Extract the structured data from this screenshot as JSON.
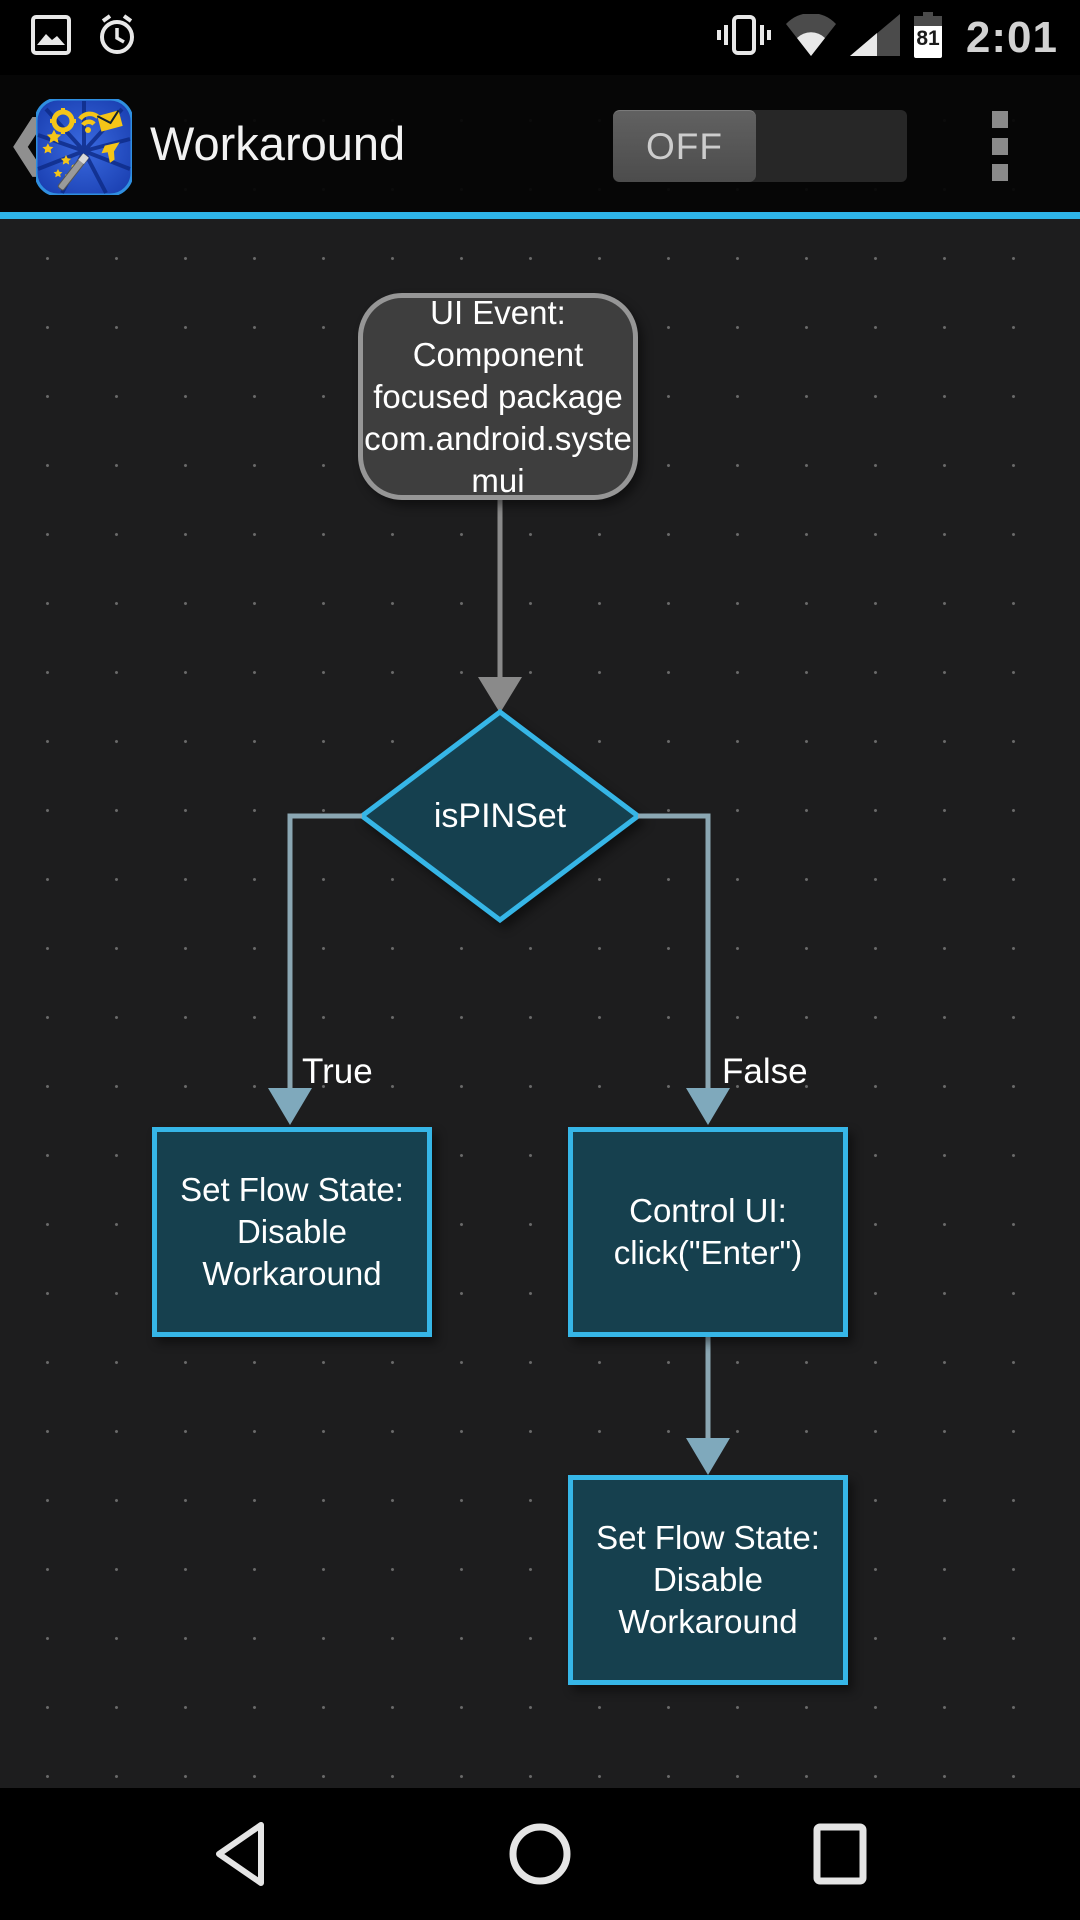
{
  "status_bar": {
    "time": "2:01",
    "battery_level": "81",
    "left_icons": [
      "gallery-icon",
      "alarm-icon"
    ],
    "right_icons": [
      "vibrate-icon",
      "wifi-icon",
      "signal-icon",
      "battery-icon"
    ]
  },
  "app_bar": {
    "title": "Workaround",
    "toggle_label": "OFF",
    "has_back_chevron": true,
    "overflow_menu": "3-dot overflow"
  },
  "colors": {
    "accent_blue": "#2eb4e8",
    "node_border_blue": "#36b6e7",
    "node_fill_teal": "#16404e",
    "start_node_fill": "#3e3e3e",
    "start_node_border": "#969696",
    "connector_gray": "#8a8a8a",
    "connector_steel_blue": "#8ba7b3",
    "arrowhead_steel_blue": "#7fa9bc",
    "canvas_bg": "#1d1d1e"
  },
  "flowchart": {
    "nodes": [
      {
        "id": "start",
        "type": "rounded-start",
        "text": "UI Event:\nComponent\nfocused package\ncom.android.syste\nmui"
      },
      {
        "id": "decision",
        "type": "diamond",
        "text": "isPINSet"
      },
      {
        "id": "true-action",
        "type": "rect",
        "text": "Set Flow State:\nDisable\nWorkaround"
      },
      {
        "id": "false-action",
        "type": "rect",
        "text": "Control UI:\nclick(\"Enter\")"
      },
      {
        "id": "final-action",
        "type": "rect",
        "text": "Set Flow State:\nDisable\nWorkaround"
      }
    ],
    "edge_labels": {
      "true_branch": "True",
      "false_branch": "False"
    }
  },
  "nav_bar": {
    "buttons": [
      "back",
      "home",
      "recents"
    ]
  }
}
